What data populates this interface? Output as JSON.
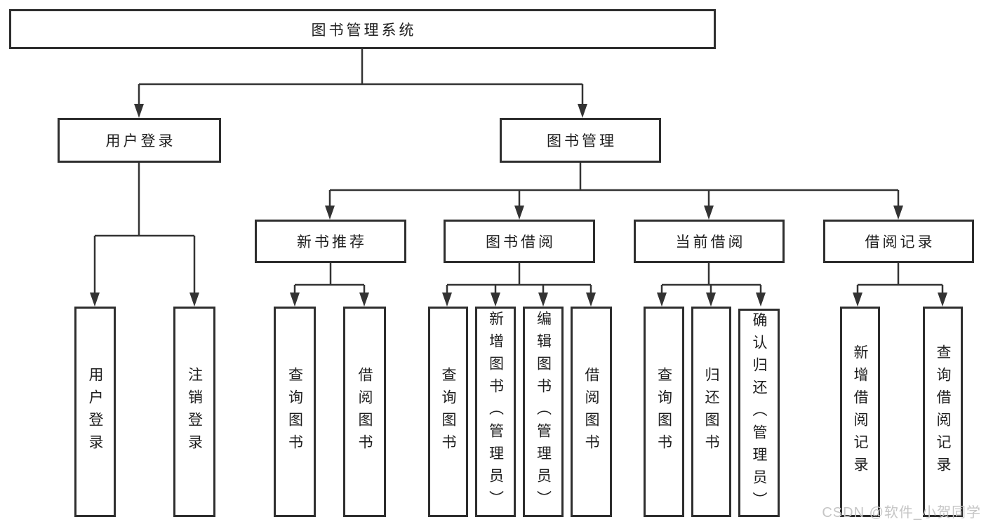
{
  "diagram": {
    "title": "图书管理系统",
    "root": {
      "label": "图书管理系统"
    },
    "level1": [
      {
        "id": "user-login",
        "label": "用户登录"
      },
      {
        "id": "book-management",
        "label": "图书管理"
      }
    ],
    "level2": [
      {
        "id": "new-book-recommend",
        "label": "新书推荐"
      },
      {
        "id": "book-borrow",
        "label": "图书借阅"
      },
      {
        "id": "current-borrow",
        "label": "当前借阅"
      },
      {
        "id": "borrow-records",
        "label": "借阅记录"
      }
    ],
    "leaves": {
      "user_login": [
        "用户登录",
        "注销登录"
      ],
      "new_book_recommend": [
        "查询图书",
        "借阅图书"
      ],
      "book_borrow": [
        "查询图书",
        "新增图书（管理员）",
        "编辑图书（管理员）",
        "借阅图书"
      ],
      "current_borrow": [
        "查询图书",
        "归还图书",
        "确认归还（管理员）"
      ],
      "borrow_records": [
        "新增借阅记录",
        "查询借阅记录"
      ]
    }
  },
  "watermark": "CSDN @软件_小贺同学",
  "colors": {
    "line": "#333333",
    "border": "#2e2e2e",
    "text": "#1f1f1f",
    "watermark": "#c5c5c5",
    "background": "#ffffff"
  }
}
